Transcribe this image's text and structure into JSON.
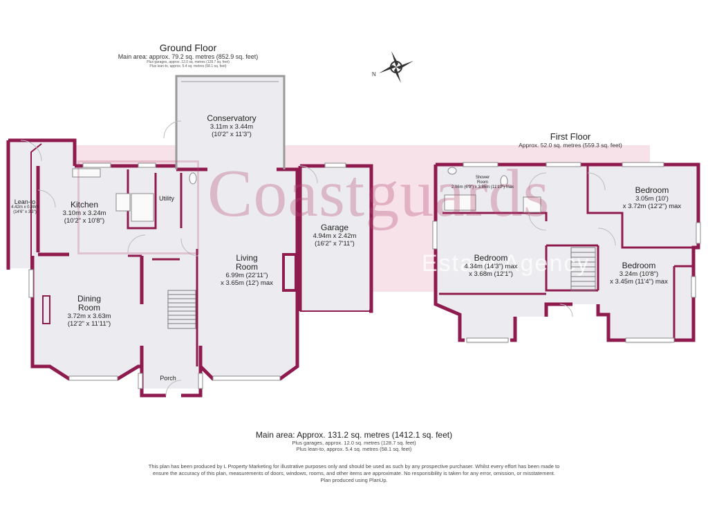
{
  "ground_floor": {
    "title": "Ground Floor",
    "main_area": "Main area: approx. 79.2 sq. metres (852.9 sq. feet)",
    "garages": "Plus garages, approx. 12.0 sq. metres (128.7 sq. feet)",
    "lean_to": "Plus lean-to, approx. 5.4 sq. metres (58.1 sq. feet)"
  },
  "first_floor": {
    "title": "First Floor",
    "area": "Approx. 52.0 sq. metres (559.3 sq. feet)"
  },
  "rooms": {
    "conservatory": {
      "name": "Conservatory",
      "dim_m": "3.11m x 3.44m",
      "dim_ft": "(10'2\" x 11'3\")"
    },
    "lean_to": {
      "name": "Lean-to",
      "dim_m": "4.42m x 0.98m",
      "dim_ft": "(14'6\" x 3'3\")"
    },
    "kitchen": {
      "name": "Kitchen",
      "dim_m": "3.10m x 3.24m",
      "dim_ft": "(10'2\" x 10'8\")"
    },
    "utility": {
      "name": "Utility"
    },
    "living_room": {
      "name_1": "Living",
      "name_2": "Room",
      "dim_m": "6.99m (22'11\")",
      "dim_ft": "x 3.65m (12') max"
    },
    "garage": {
      "name": "Garage",
      "dim_m": "4.94m x 2.42m",
      "dim_ft": "(16'2\" x 7'11\")"
    },
    "dining_room": {
      "name_1": "Dining",
      "name_2": "Room",
      "dim_m": "3.72m x 3.63m",
      "dim_ft": "(12'2\" x 11'11\")"
    },
    "porch": {
      "name": "Porch"
    },
    "shower_room": {
      "name_1": "Shower",
      "name_2": "Room",
      "dim": "2.06m (6'9\") x 3.86m (11'10\") max"
    },
    "bedroom_1": {
      "name": "Bedroom",
      "dim_m": "3.05m (10')",
      "dim_ft": "x 3.72m (12'2\") max"
    },
    "bedroom_2": {
      "name": "Bedroom",
      "dim_m": "4.34m (14'3\") max",
      "dim_ft": "x 3.68m (12'1\")"
    },
    "bedroom_3": {
      "name": "Bedroom",
      "dim_m": "3.24m (10'8\")",
      "dim_ft": "x 3.45m (11'4\") max"
    }
  },
  "compass": {
    "label": "N"
  },
  "watermark": {
    "brand": "Coastguards",
    "sub": "Estate Agency"
  },
  "totals": {
    "main_area": "Main area: Approx. 131.2 sq. metres (1412.1 sq. feet)",
    "garages": "Plus garages, approx. 12.0 sq. metres (128.7 sq. feet)",
    "lean_to": "Plus lean-to, approx. 5.4 sq. metres (58.1 sq. feet)"
  },
  "disclaimer": {
    "line1": "This plan has been produced by L Property Marketing for illustrative purposes only and should be used as such by any prospective purchaser. Whilst every effort has been made to",
    "line2": "ensure the accuracy of this plan, measurements of doors, windows, rooms, and other items are approximate. No responsibility is taken for any error, omission, or misstatement.",
    "line3": "Plan produced using PlanUp."
  },
  "colors": {
    "wall": "#8e1a4e",
    "floor": "#ececf0",
    "watermark": "#e9b4c8"
  }
}
